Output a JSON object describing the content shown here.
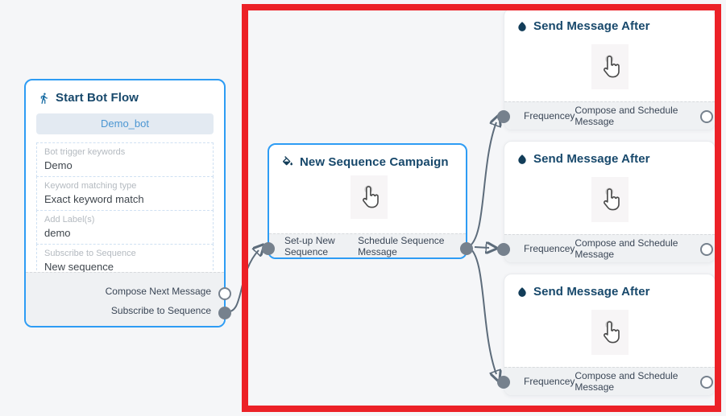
{
  "colors": {
    "canvas_bg": "#f5f6f8",
    "node_border_active": "#2d9cf4",
    "node_border_idle": "#e9ebee",
    "title_text": "#17486b",
    "accent_blue": "#4b96d2",
    "field_label": "#b4bac0",
    "field_value": "#3f464d",
    "footer_bg": "#eff1f3",
    "connector_line": "#5d6c7b",
    "port_gray": "#76818d",
    "highlight_red": "#ec2127"
  },
  "start_node": {
    "title": "Start Bot Flow",
    "bot_name": "Demo_bot",
    "fields": [
      {
        "label": "Bot trigger keywords",
        "value": "Demo"
      },
      {
        "label": "Keyword matching type",
        "value": "Exact keyword match"
      },
      {
        "label": "Add Label(s)",
        "value": "demo"
      },
      {
        "label": "Subscribe to Sequence",
        "value": "New sequence"
      }
    ],
    "outputs": [
      {
        "label": "Compose Next Message"
      },
      {
        "label": "Subscribe to Sequence"
      }
    ]
  },
  "campaign_node": {
    "title": "New Sequence Campaign",
    "input_label": "Set-up New Sequence",
    "output_label": "Schedule Sequence Message"
  },
  "send_nodes": [
    {
      "title": "Send Message After",
      "input_label": "Frequencey",
      "output_label": "Compose and Schedule Message"
    },
    {
      "title": "Send Message After",
      "input_label": "Frequencey",
      "output_label": "Compose and Schedule Message"
    },
    {
      "title": "Send Message After",
      "input_label": "Frequencey",
      "output_label": "Compose and Schedule Message"
    }
  ]
}
